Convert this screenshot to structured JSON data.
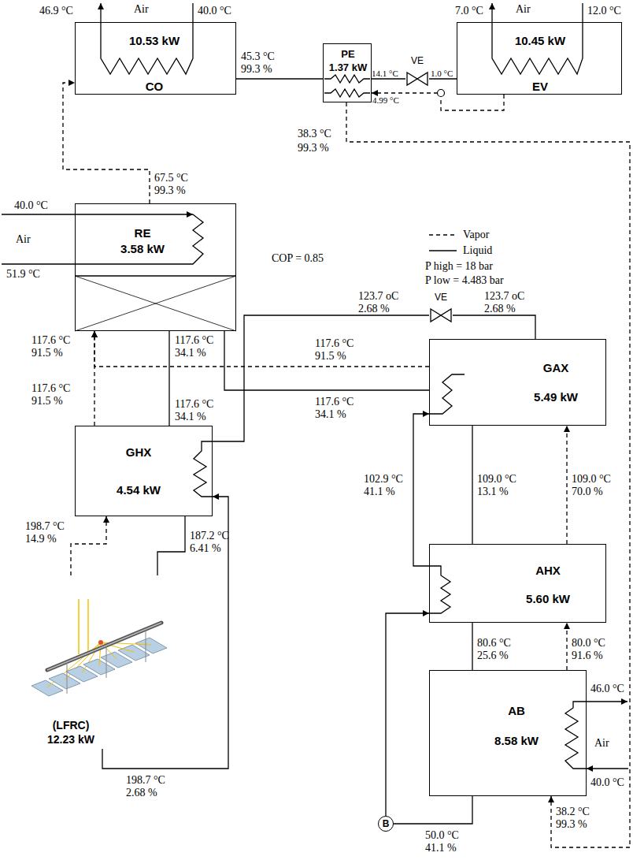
{
  "diagram": {
    "nodes": [
      {
        "text": [
          "10.53 kW",
          "CO"
        ]
      },
      {
        "text": [
          "PE",
          "1.37 kW"
        ]
      },
      {
        "text": [
          "VE"
        ]
      },
      {
        "text": [
          "10.45 kW",
          "EV"
        ]
      },
      {
        "text": [
          "RE",
          "3.58 kW"
        ]
      },
      {
        "text": [
          "VE"
        ]
      },
      {
        "text": [
          "GAX",
          "5.49 kW"
        ]
      },
      {
        "text": [
          "GHX",
          "4.54 kW"
        ]
      },
      {
        "text": [
          "AHX",
          "5.60 kW"
        ]
      },
      {
        "text": [
          "(LFRC)",
          "12.23 kW"
        ]
      },
      {
        "text": [
          "AB",
          "8.58 kW"
        ]
      },
      {
        "text": [
          "B"
        ]
      }
    ],
    "edges": [
      {
        "from": 4,
        "to": 0,
        "arrow": "to"
      },
      {
        "from": 0,
        "to": 1,
        "arrow": "none"
      },
      {
        "from": 1,
        "to": 2,
        "arrow": "none"
      },
      {
        "from": 2,
        "to": 3,
        "arrow": "none"
      },
      {
        "from": 3,
        "to": 1,
        "arrow": "to"
      },
      {
        "from": 1,
        "to": 10,
        "arrow": "to"
      },
      {
        "from": 7,
        "to": 4,
        "arrow": "to"
      },
      {
        "from": 6,
        "to": 4,
        "arrow": "to"
      },
      {
        "from": 4,
        "to": 7,
        "arrow": "none"
      },
      {
        "from": 4,
        "to": 6,
        "arrow": "none"
      },
      {
        "from": 7,
        "to": 5,
        "arrow": "none"
      },
      {
        "from": 5,
        "to": 6,
        "arrow": "none"
      },
      {
        "from": 6,
        "to": 8,
        "arrow": "none"
      },
      {
        "from": 8,
        "to": 6,
        "arrow": "to"
      },
      {
        "from": 8,
        "to": 6,
        "arrow": "to"
      },
      {
        "from": 8,
        "to": 10,
        "arrow": "none"
      },
      {
        "from": 10,
        "to": 8,
        "arrow": "to"
      },
      {
        "from": 10,
        "to": 11,
        "arrow": "none"
      },
      {
        "from": 11,
        "to": 8,
        "arrow": "to"
      },
      {
        "from": 7,
        "to": 9,
        "arrow": "none"
      },
      {
        "from": 9,
        "to": 7,
        "arrow": "to"
      },
      {
        "from": 9,
        "to": 7,
        "arrow": "to"
      }
    ],
    "labels": [
      "46.9 °C",
      "Air",
      "40.0 °C",
      "7.0 °C",
      "Air",
      "12.0 °C",
      "45.3 °C",
      "99.3 %",
      "14.1 °C",
      "1.0 °C",
      "4.99 °C",
      "38.3 °C",
      "99.3 %",
      "67.5 °C",
      "99.3 %",
      "40.0 °C",
      "Air",
      "51.9 °C",
      "COP = 0.85",
      "P high = 18 bar",
      "P low = 4.483 bar",
      "123.7 oC",
      "2.68 %",
      "123.7 oC",
      "2.68 %",
      "117.6 °C",
      "91.5 %",
      "117.6 °C",
      "34.1 %",
      "117.6 °C",
      "91.5 %",
      "117.6 °C",
      "34.1 %",
      "117.6 °C",
      "91.5 %",
      "117.6 °C",
      "34.1 %",
      "109.0 °C",
      "13.1 %",
      "109.0 °C",
      "70.0 %",
      "102.9 °C",
      "41.1 %",
      "198.7 °C",
      "14.9 %",
      "187.2 °C",
      "6.41 %",
      "80.6 °C",
      "25.6 %",
      "80.0 °C",
      "91.6 %",
      "46.0 °C",
      "Air",
      "40.0 °C",
      "198.7 °C",
      "2.68 %",
      "50.0 °C",
      "41.1 %",
      "38.2 °C",
      "99.3 %"
    ],
    "legend": [
      {
        "text": "Vapor"
      },
      {
        "text": "Liquid"
      }
    ]
  }
}
